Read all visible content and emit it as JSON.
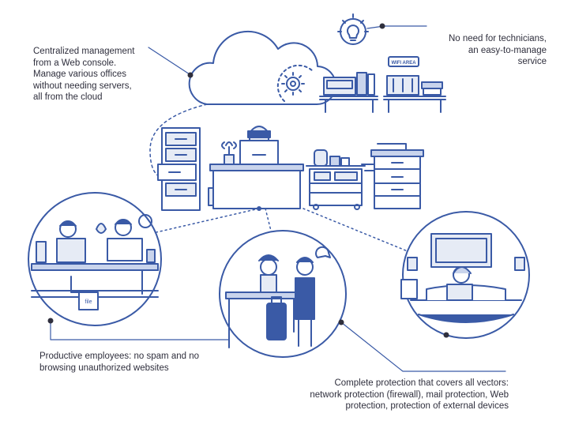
{
  "labels": {
    "cloud_management": {
      "lines": [
        "Centralized management",
        "from a Web console.",
        "Manage various offices",
        "without needing servers,",
        "all from the cloud"
      ]
    },
    "no_technicians": {
      "lines": [
        "No need for technicians,",
        "an easy-to-manage",
        "service"
      ]
    },
    "productive_employees": {
      "lines": [
        "Productive employees: no spam and no",
        "browsing unauthorized websites"
      ]
    },
    "complete_protection": {
      "lines": [
        "Complete protection that covers all vectors:",
        "network protection (firewall), mail protection, Web",
        "protection, protection of external devices"
      ]
    }
  },
  "signs": {
    "wifi": "WIFI AREA",
    "file": "file"
  },
  "colors": {
    "line": "#3a5aa6",
    "fill_light": "#e6ebf5",
    "fill_mid": "#c9d4ec",
    "text": "#2f2f3d"
  },
  "icons": [
    "lightbulb-icon",
    "gear-icon",
    "cloud-icon"
  ]
}
